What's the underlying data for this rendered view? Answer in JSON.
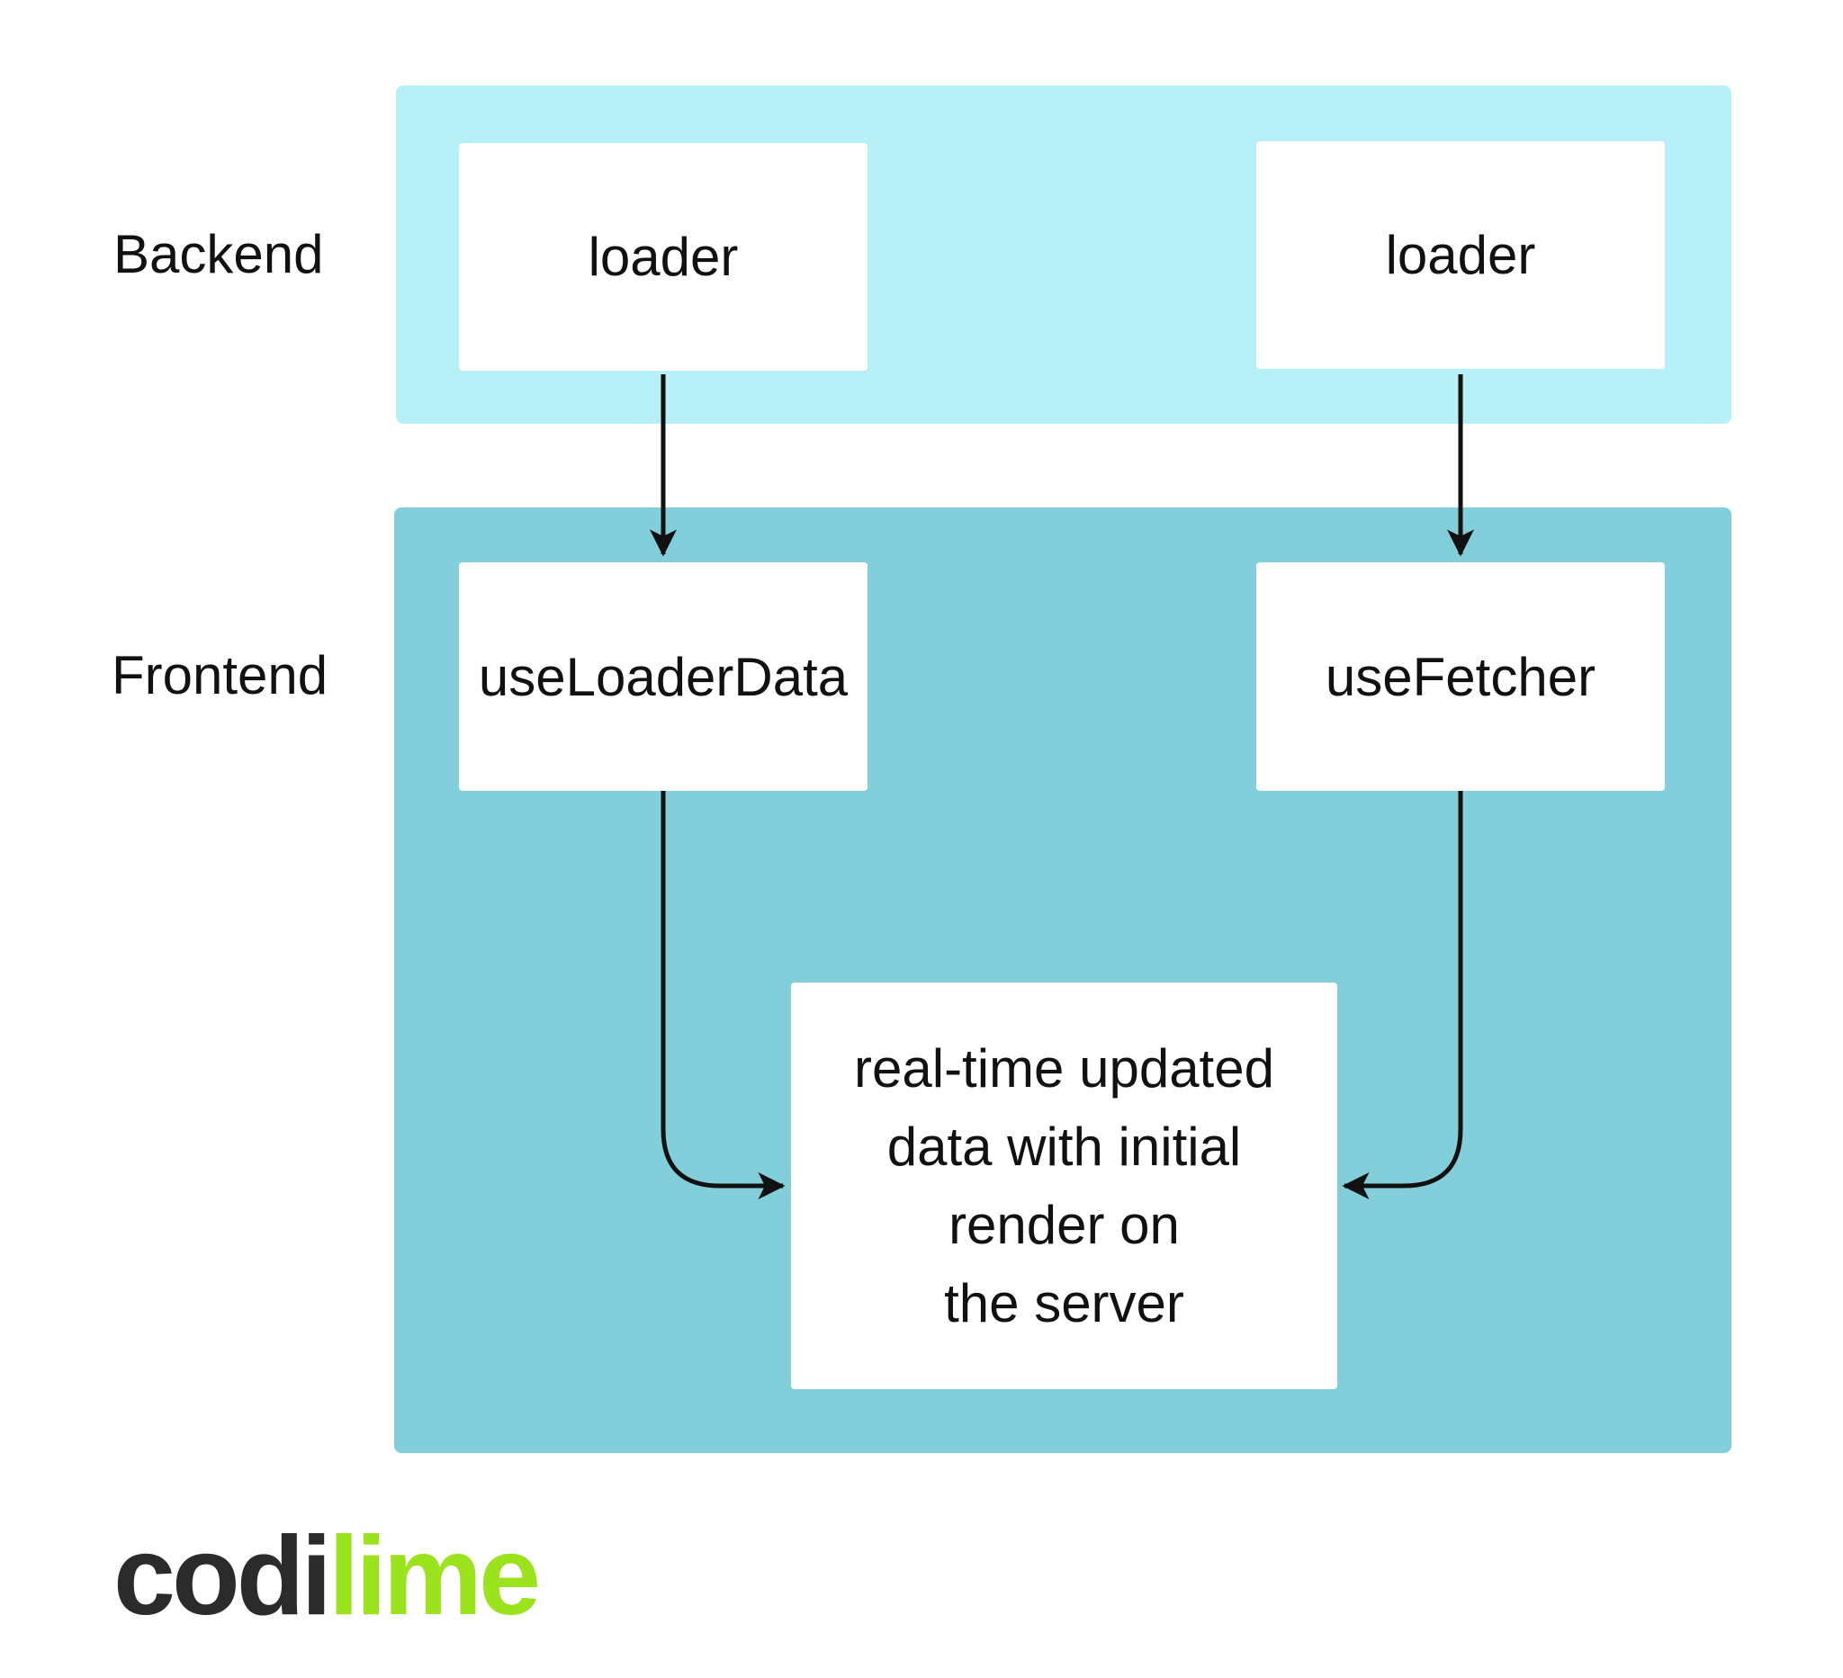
{
  "colors": {
    "backend_band": "#b8f0f7",
    "frontend_band": "#82cfdb",
    "node": "#ffffff",
    "arrow": "#111111",
    "logo_dark": "#2b2b2b",
    "logo_lime": "#9be31c"
  },
  "rows": {
    "backend": "Backend",
    "frontend": "Frontend"
  },
  "nodes": {
    "loader_left": "loader",
    "loader_right": "loader",
    "use_loader_data": "useLoaderData",
    "use_fetcher": "useFetcher",
    "result": "real-time updated\ndata with initial\nrender on\nthe server"
  },
  "logo": {
    "part1": "codi",
    "part2": "lime"
  }
}
